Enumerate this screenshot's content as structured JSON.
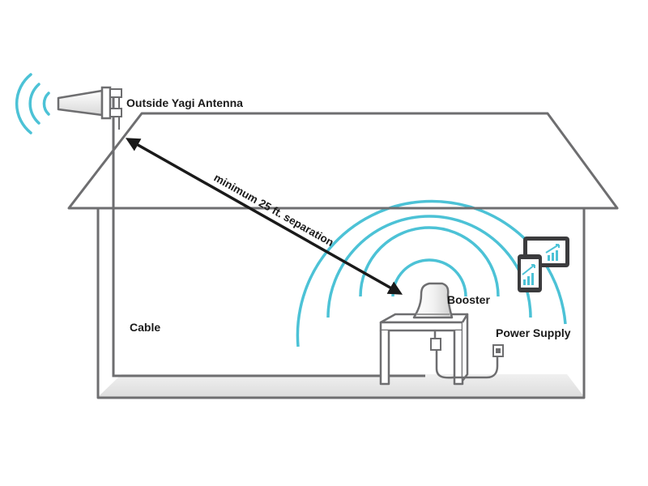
{
  "labels": {
    "antenna": "Outside Yagi Antenna",
    "separation": "minimum 25 ft. separation",
    "booster": "Booster",
    "cable": "Cable",
    "power_supply": "Power Supply"
  },
  "colors": {
    "outline": "#6e6e70",
    "signal": "#4cc2d6",
    "arrow": "#1a1a1a",
    "floor": "#e6e6e6",
    "phone_body": "#3b3b3d",
    "screen": "#ffffff"
  },
  "icons": {
    "antenna": "yagi-antenna-icon",
    "booster": "booster-icon",
    "phone": "smartphone-icon",
    "tablet": "tablet-icon",
    "outlet": "power-outlet-icon",
    "plug": "power-plug-icon"
  }
}
